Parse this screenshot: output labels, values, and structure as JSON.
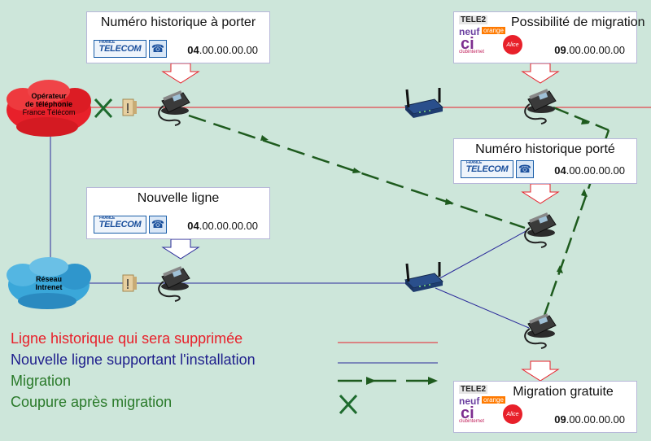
{
  "boxes": {
    "top_left": {
      "title": "Numéro historique à porter",
      "number_prefix": "04",
      "number_rest": ".00.00.00.00",
      "logo": "France Télécom"
    },
    "top_right": {
      "title": "Possibilité de migration",
      "number_prefix": "09",
      "number_rest": ".00.00.00.00"
    },
    "middle_right": {
      "title": "Numéro historique porté",
      "number_prefix": "04",
      "number_rest": ".00.00.00.00",
      "logo": "France Télécom"
    },
    "middle_left": {
      "title": "Nouvelle ligne",
      "number_prefix": "04",
      "number_rest": ".00.00.00.00",
      "logo": "France Télécom"
    },
    "bottom_right": {
      "title": "Migration gratuite",
      "number_prefix": "09",
      "number_rest": ".00.00.00.00"
    }
  },
  "logos": {
    "ft_word": "TELECOM",
    "ft_small": "FRANCE",
    "isp_tele2": "TELE2",
    "isp_neuf": "neuf",
    "isp_orange": "orange",
    "isp_ci": "ci",
    "isp_club": "clubinternet",
    "isp_alice": "Alice"
  },
  "clouds": {
    "operator": {
      "line1": "Opérateur",
      "line2": "de téléphonie",
      "line3": "France Télécom"
    },
    "internet": {
      "line1": "Réseau",
      "line2": "Intrenet"
    }
  },
  "legend": {
    "historic_line": "Ligne historique qui sera supprimée",
    "new_line": "Nouvelle ligne supportant l'installation",
    "migration": "Migration",
    "cut": "Coupure après migration"
  },
  "colors": {
    "background": "#cde6da",
    "historic_line": "#e8202a",
    "new_line": "#2a2a9a",
    "migration": "#1e5b1e",
    "cut": "#1e6b2e",
    "arrow_fill": "#ffffff",
    "arrow_stroke": "#e8202a",
    "new_arrow_stroke": "#2a2a9a"
  },
  "icons": [
    "phone-icon",
    "router-icon",
    "wall-socket-icon",
    "cut-cross-icon",
    "cloud-icon",
    "down-arrow-icon"
  ]
}
